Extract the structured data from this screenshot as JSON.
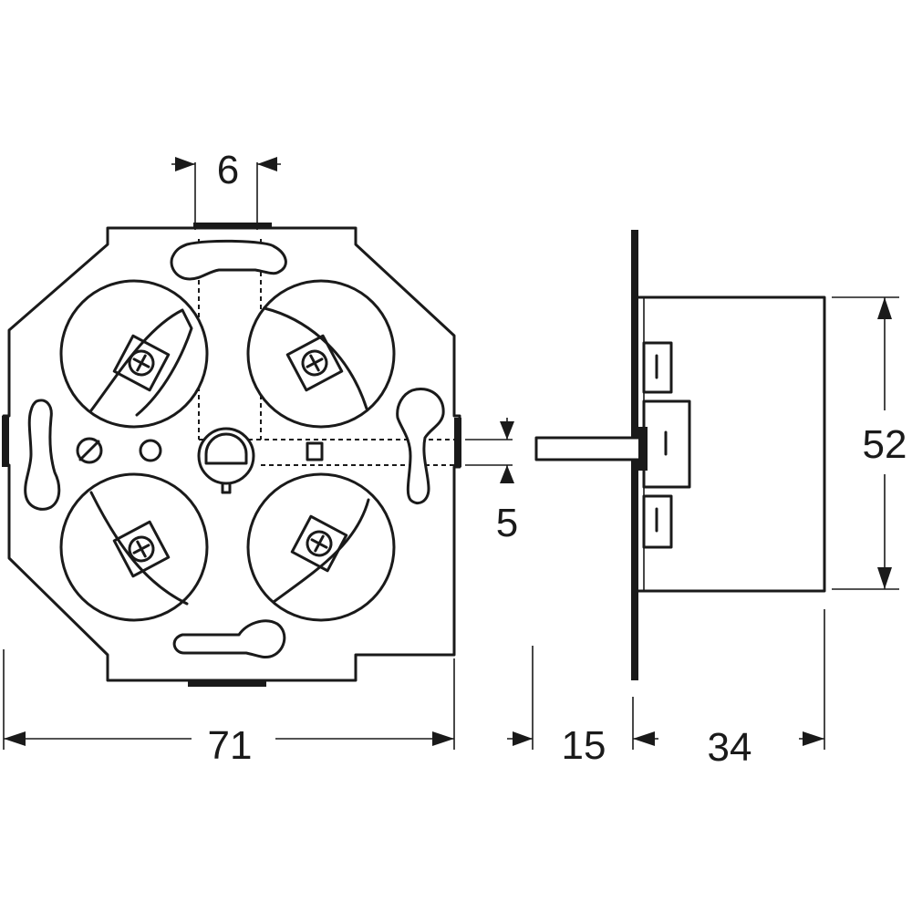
{
  "diagram": {
    "dimensions": {
      "top_spacing": "6",
      "pin_offset": "5",
      "width": "71",
      "shaft_length": "15",
      "depth": "34",
      "height": "52"
    },
    "colors": {
      "line": "#1a1a1a",
      "background": "#ffffff"
    }
  }
}
